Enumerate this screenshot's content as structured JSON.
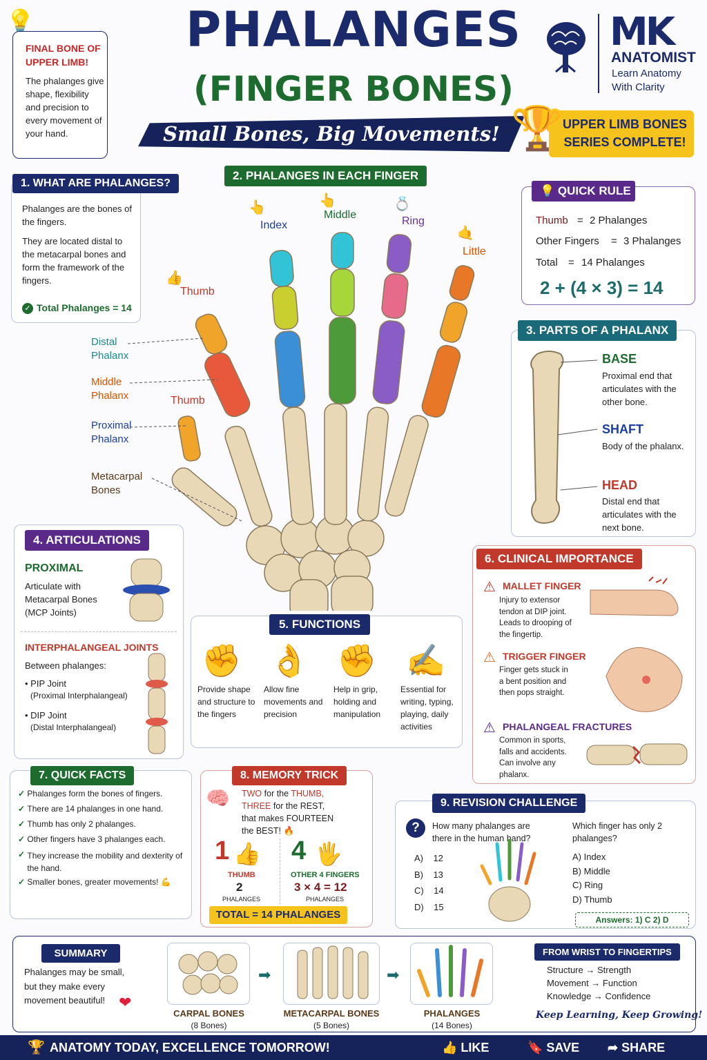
{
  "header": {
    "title1": "PHALANGES",
    "title2": "(FINGER BONES)",
    "subtitle": "Small Bones, Big Movements!"
  },
  "final_box": {
    "title": "FINAL BONE OF UPPER LIMB!",
    "text": "The phalanges give shape, flexibility and precision to every movement of your hand."
  },
  "brand": {
    "logo": "MK",
    "name": "ANATOMIST",
    "tag1": "Learn Anatomy",
    "tag2": "With Clarity"
  },
  "series": {
    "line1": "UPPER LIMB BONES",
    "line2": "SERIES COMPLETE!"
  },
  "s1": {
    "title": "1. WHAT ARE PHALANGES?",
    "p1": "Phalanges are the bones of the fingers.",
    "p2": "They are located distal to the metacarpal bones and form the framework of the fingers.",
    "total": "Total Phalanges = 14"
  },
  "s2": {
    "title": "2. PHALANGES IN EACH FINGER",
    "fingers": {
      "index": "Index",
      "middle": "Middle",
      "ring": "Ring",
      "little": "Little",
      "thumb": "Thumb"
    },
    "thumb2": "Thumb",
    "distal": "Distal Phalanx",
    "middle_ph": "Middle Phalanx",
    "proximal": "Proximal Phalanx",
    "metacarpal": "Metacarpal Bones"
  },
  "rule": {
    "title": "QUICK RULE",
    "l1a": "Thumb",
    "l1b": "2 Phalanges",
    "l2a": "Other Fingers",
    "l2b": "3 Phalanges",
    "l3a": "Total",
    "l3b": "14 Phalanges",
    "eq": "2 + (4 × 3) = 14"
  },
  "s3": {
    "title": "3. PARTS OF A PHALANX",
    "base": "BASE",
    "base_t": "Proximal end that articulates with the other bone.",
    "shaft": "SHAFT",
    "shaft_t": "Body of the phalanx.",
    "head": "HEAD",
    "head_t": "Distal end that articulates with the next bone."
  },
  "s4": {
    "title": "4. ARTICULATIONS",
    "prox": "PROXIMAL",
    "prox_t": "Articulate with Metacarpal Bones (MCP Joints)",
    "inter": "INTERPHALANGEAL JOINTS",
    "inter_t": "Between phalanges:",
    "pip": "• PIP Joint",
    "pip_t": "(Proximal Interphalangeal)",
    "dip": "• DIP Joint",
    "dip_t": "(Distal Interphalangeal)"
  },
  "s5": {
    "title": "5. FUNCTIONS",
    "f1": "Provide shape and structure to the fingers",
    "f2": "Allow fine movements and precision",
    "f3": "Help in grip, holding and manipulation",
    "f4": "Essential for writing, typing, playing, daily activities"
  },
  "s6": {
    "title": "6. CLINICAL IMPORTANCE",
    "c1": "MALLET FINGER",
    "c1t": "Injury to extensor tendon at DIP joint. Leads to drooping of the fingertip.",
    "c2": "TRIGGER FINGER",
    "c2t": "Finger gets stuck in a bent position and then pops straight.",
    "c3": "PHALANGEAL FRACTURES",
    "c3t": "Common in sports, falls and accidents. Can involve any phalanx."
  },
  "s7": {
    "title": "7. QUICK FACTS",
    "facts": [
      "Phalanges form the bones of fingers.",
      "There are 14 phalanges in one hand.",
      "Thumb has only 2 phalanges.",
      "Other fingers have 3 phalanges each.",
      "They increase the mobility and dexterity of the hand.",
      "Smaller bones, greater movements!"
    ]
  },
  "s8": {
    "title": "8. MEMORY TRICK",
    "l1a": "TWO",
    "l1b": " for the ",
    "l1c": "THUMB,",
    "l2a": "THREE",
    "l2b": " for the REST,",
    "l3": "that makes FOURTEEN",
    "l4": "the BEST! 🔥",
    "n1": "1",
    "n4": "4",
    "thumb": "THUMB",
    "two": "2",
    "ph": "PHALANGES",
    "other": "OTHER 4 FINGERS",
    "eq": "3 × 4 = 12",
    "ph2": "PHALANGES",
    "total": "TOTAL = 14 PHALANGES"
  },
  "s9": {
    "title": "9. REVISION CHALLENGE",
    "q1": "How many phalanges are there in the human hand?",
    "a1": [
      "A)",
      "B)",
      "C)",
      "D)"
    ],
    "a1v": [
      "12",
      "13",
      "14",
      "15"
    ],
    "q2": "Which finger has only 2 phalanges?",
    "a2": [
      "A)  Index",
      "B)  Middle",
      "C)  Ring",
      "D)  Thumb"
    ],
    "ans": "Answers:   1) C      2) D"
  },
  "summary": {
    "title": "SUMMARY",
    "text": "Phalanges may be small, but they make every movement beautiful!",
    "carpal": "CARPAL BONES",
    "carpal_n": "(8 Bones)",
    "meta": "METACARPAL BONES",
    "meta_n": "(5 Bones)",
    "phal": "PHALANGES",
    "phal_n": "(14 Bones)",
    "w2f": "FROM WRIST TO FINGERTIPS",
    "r1": "Structure → Strength",
    "r2": "Movement → Function",
    "r3": "Knowledge → Confidence",
    "keep": "Keep Learning, Keep Growing!"
  },
  "footer": {
    "motto": "ANATOMY TODAY, EXCELLENCE TOMORROW!",
    "like": "LIKE",
    "save": "SAVE",
    "share": "SHARE"
  }
}
